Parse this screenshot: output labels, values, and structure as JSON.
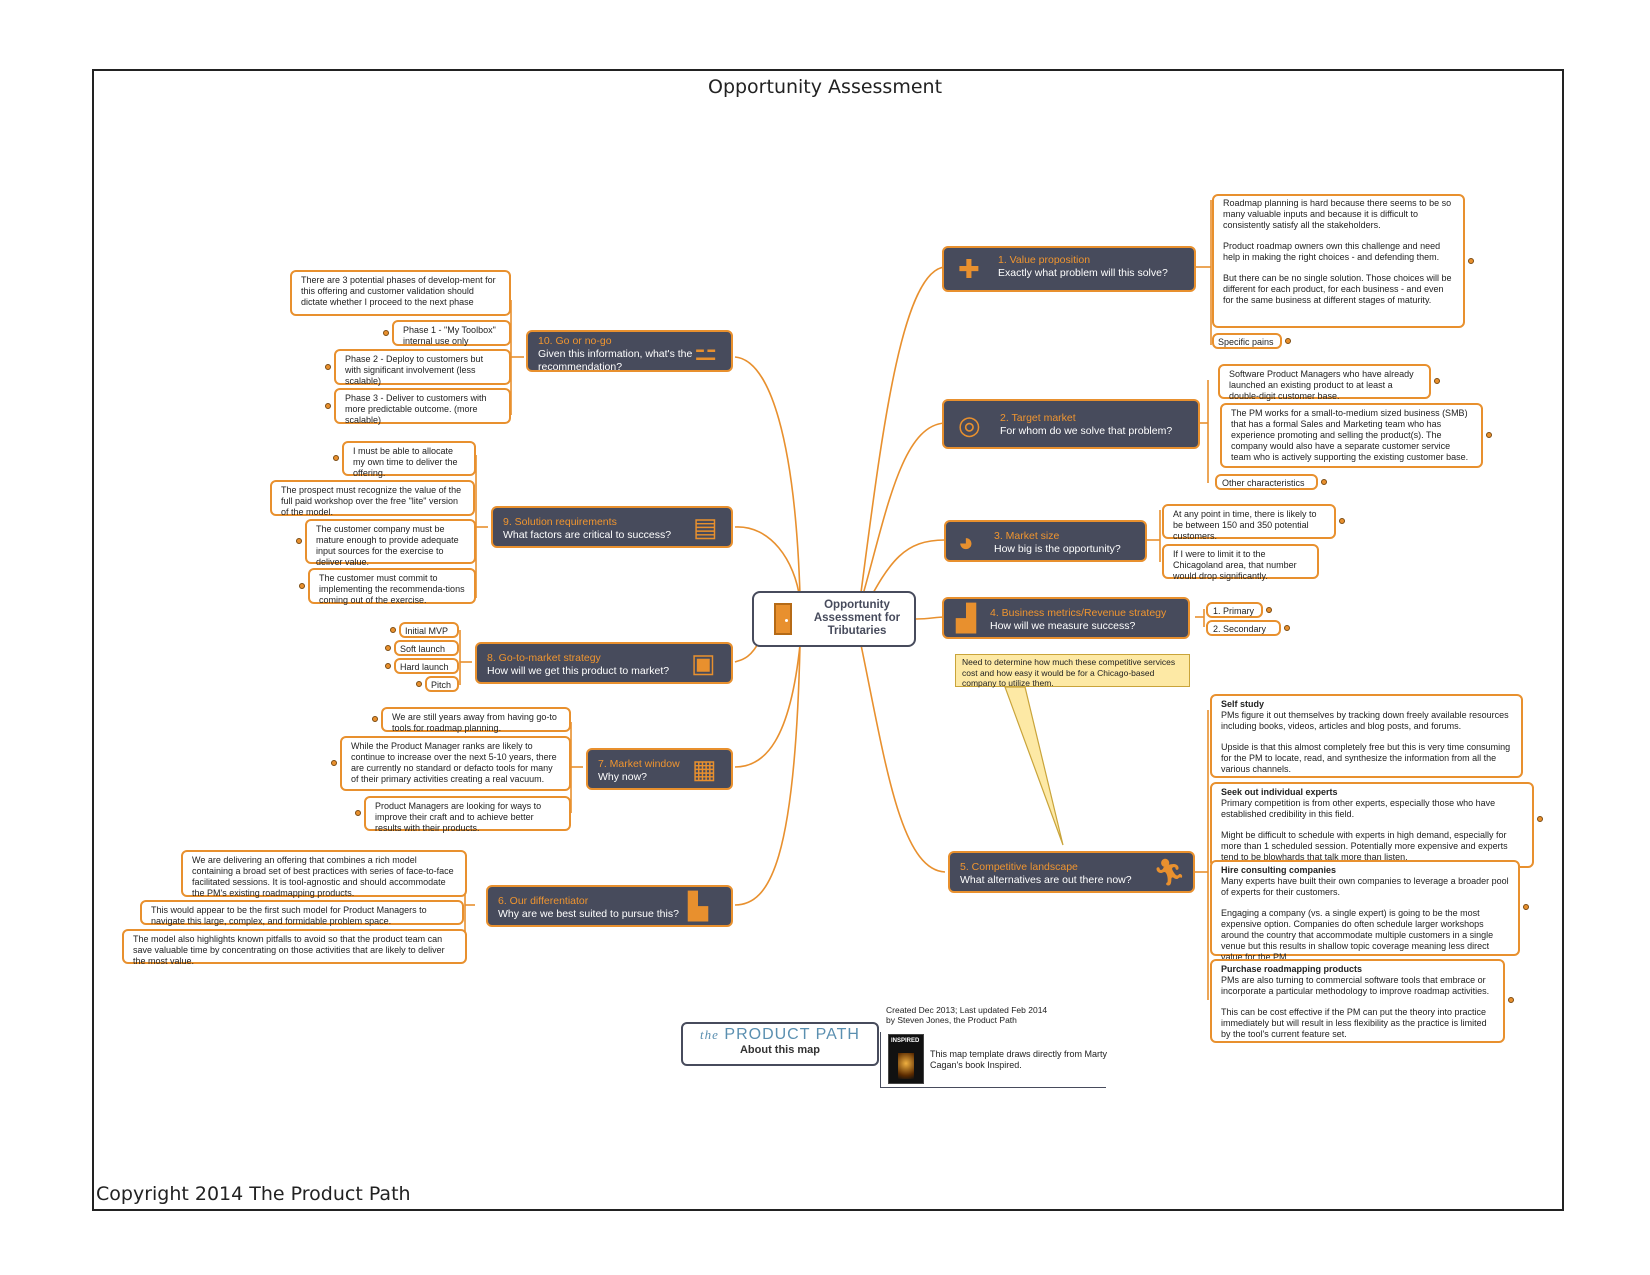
{
  "page": {
    "title": "Opportunity Assessment",
    "copyright": "Copyright 2014 The Product Path"
  },
  "central": {
    "label": "Opportunity Assessment for Tributaries",
    "icon": "door-icon"
  },
  "topics": {
    "value": {
      "title": "1. Value proposition",
      "question": "Exactly what problem will this solve?",
      "icon": "puzzle-icon"
    },
    "target": {
      "title": "2. Target market",
      "question": "For whom do we solve that problem?",
      "icon": "target-icon"
    },
    "size": {
      "title": "3. Market size",
      "question": "How big is the opportunity?",
      "icon": "pie-chart-icon"
    },
    "metrics": {
      "title": "4. Business metrics/Revenue strategy",
      "question": "How will we measure success?",
      "icon": "bar-chart-icon"
    },
    "competitive": {
      "title": "5. Competitive landscape",
      "question": "What alternatives are out there now?",
      "icon": "runner-icon"
    },
    "differentiator": {
      "title": "6. Our differentiator",
      "question": "Why are we best suited to pursue this?",
      "icon": "city-icon"
    },
    "window": {
      "title": "7. Market window",
      "question": "Why now?",
      "icon": "calendar-icon"
    },
    "gtm": {
      "title": "8. Go-to-market strategy",
      "question": "How will we get this product to market?",
      "icon": "delivery-icon"
    },
    "requirements": {
      "title": "9. Solution requirements",
      "question": "What factors are critical to success?",
      "icon": "document-icon"
    },
    "gonogo": {
      "title": "10. Go or no-go",
      "question": "Given this information, what's the recommendation?",
      "icon": "traffic-light-icon"
    }
  },
  "notes": {
    "value_main": [
      "Roadmap planning is hard because there seems to be so many valuable inputs and because it is difficult to consistently satisfy all the stakeholders.",
      "Product roadmap owners own this challenge and need help in making the right choices - and defending them.",
      "But there can be no single solution. Those choices will be different for each product, for each business - and even for the same business at different stages of maturity."
    ],
    "value_pains": "Specific pains",
    "target_1": "Software Product Managers who have already launched an existing product to at least a double-digit customer base.",
    "target_2": "The PM works for a small-to-medium sized business (SMB) that has a formal Sales and Marketing team who has experience promoting and selling the product(s). The company would also have a separate customer service team who is actively supporting the existing customer base.",
    "target_other": "Other characteristics",
    "size_1": "At any point in time, there is likely to be between 150 and 350 potential customers.",
    "size_2": "If I were to limit it to the Chicagoland area, that number would drop significantly.",
    "metrics_1": "1. Primary",
    "metrics_2": "2. Secondary",
    "callout": "Need to determine how much these competitive services cost and how easy it would be for a Chicago-based company to utilize them.",
    "comp_self": {
      "header": "Self study",
      "p1": "PMs figure it out themselves by tracking down freely available resources including books, videos, articles and blog posts, and forums.",
      "p2": "Upside is that this almost completely free but this is very time consuming for the PM to locate, read, and synthesize the information from all the various channels."
    },
    "comp_experts": {
      "header": "Seek out individual experts",
      "p1": "Primary competition is from other experts, especially those who have established credibility in this field.",
      "p2": "Might be difficult to schedule with experts in high demand, especially for more than 1 scheduled session. Potentially more expensive and experts tend to be blowhards that talk more than listen."
    },
    "comp_consulting": {
      "header": "Hire consulting companies",
      "p1": "Many experts have built their own companies to leverage a broader pool of experts for their customers.",
      "p2": "Engaging a company (vs. a single expert) is going to be the most expensive option. Companies do often schedule larger workshops around the country that accommodate multiple customers in a single venue but this results in shallow topic coverage meaning less direct value for the PM."
    },
    "comp_products": {
      "header": "Purchase roadmapping products",
      "p1": "PMs are also turning to commercial software tools that embrace or incorporate a particular methodology to improve roadmap activities.",
      "p2": "This can be cost effective if the PM can put the theory into practice immediately but will result in less flexibility as the practice is limited by the tool's current feature set."
    },
    "diff_1": "We are delivering an offering that combines a rich model containing a broad set of best practices with series of face-to-face facilitated sessions. It is tool-agnostic and should accommodate the PM's existing roadmapping products.",
    "diff_2": "This would appear to be the first such model for Product Managers to navigate this large, complex, and formidable problem space.",
    "diff_3": "The model also highlights known pitfalls to avoid so that the product team can save valuable time by concentrating on those activities that are likely to deliver the most value.",
    "window_1": "We are still years away from having go-to tools for roadmap planning.",
    "window_2": "While the Product Manager ranks are likely to continue to increase over the next 5-10 years, there are currently no standard or defacto tools for many of their primary activities creating a real vacuum.",
    "window_3": "Product Managers are looking for ways to improve their craft and to achieve better results with their products.",
    "gtm_1": "Initial MVP",
    "gtm_2": "Soft launch",
    "gtm_3": "Hard launch",
    "gtm_4": "Pitch",
    "req_1": "I must be able to allocate my own time to deliver the offering.",
    "req_2": "The prospect must recognize the value of the full paid workshop over the free \"lite\" version of the model.",
    "req_3": "The customer company must be mature enough to  provide adequate input sources for the exercise to deliver value.",
    "req_4": "The customer must commit to implementing the recommenda-tions coming out of the exercise.",
    "go_intro": "There are 3 potential phases of develop-ment for this offering and customer validation should dictate whether I proceed to the next phase",
    "go_1": "Phase 1 - \"My Toolbox\" internal use only",
    "go_2": "Phase 2 - Deploy to customers but with significant involvement (less scalable)",
    "go_3": "Phase 3 - Deliver to customers with more predictable outcome. (more scalable)"
  },
  "about": {
    "brand_prefix": "the",
    "brand": "PRODUCT PATH",
    "label": "About this map",
    "credit_1": "Created Dec 2013; Last updated Feb 2014",
    "credit_2": "by Steven Jones, the Product Path",
    "book_cover_text": "INSPIRED",
    "book_note": "This map template draws directly from Marty Cagan's book Inspired."
  },
  "colors": {
    "accent": "#e8902e",
    "topic_fill": "#474b5c",
    "callout_fill": "#fde9a5",
    "brand_blue": "#5a8fb0"
  }
}
